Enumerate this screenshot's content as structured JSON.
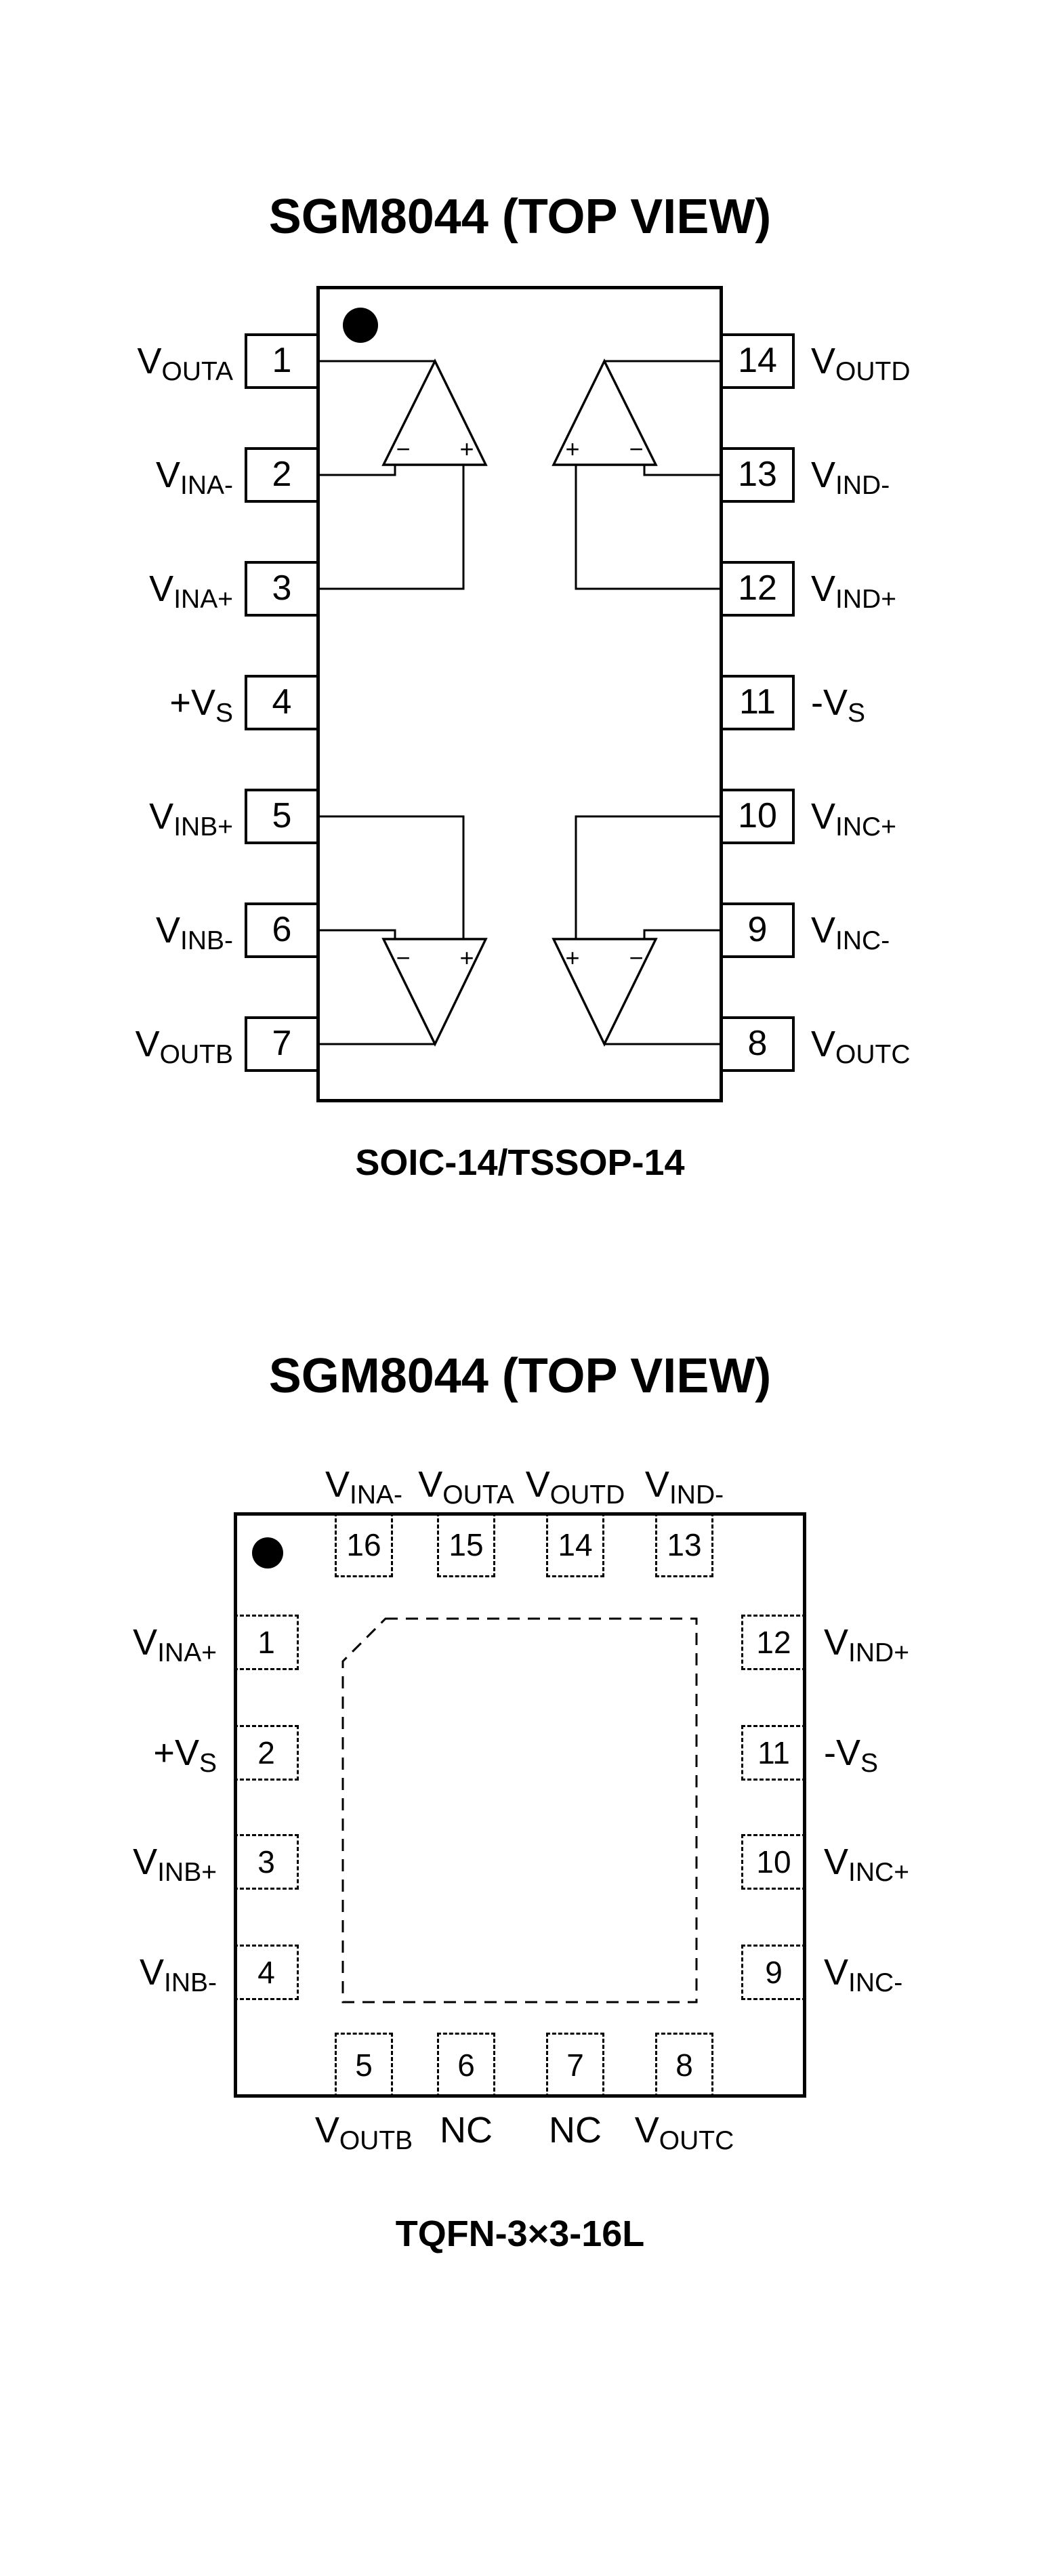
{
  "soic": {
    "title": "SGM8044 (TOP VIEW)",
    "caption": "SOIC-14/TSSOP-14",
    "pins_left": [
      {
        "num": "1",
        "main": "V",
        "sub": "OUTA"
      },
      {
        "num": "2",
        "main": "V",
        "sub": "INA-"
      },
      {
        "num": "3",
        "main": "V",
        "sub": "INA+"
      },
      {
        "num": "4",
        "main": "+V",
        "sub": "S"
      },
      {
        "num": "5",
        "main": "V",
        "sub": "INB+"
      },
      {
        "num": "6",
        "main": "V",
        "sub": "INB-"
      },
      {
        "num": "7",
        "main": "V",
        "sub": "OUTB"
      }
    ],
    "pins_right": [
      {
        "num": "14",
        "main": "V",
        "sub": "OUTD"
      },
      {
        "num": "13",
        "main": "V",
        "sub": "IND-"
      },
      {
        "num": "12",
        "main": "V",
        "sub": "IND+"
      },
      {
        "num": "11",
        "main": "-V",
        "sub": "S"
      },
      {
        "num": "10",
        "main": "V",
        "sub": "INC+"
      },
      {
        "num": "9",
        "main": "V",
        "sub": "INC-"
      },
      {
        "num": "8",
        "main": "V",
        "sub": "OUTC"
      }
    ],
    "opamp_signs": {
      "a_left": "−",
      "a_right": "+",
      "d_left": "+",
      "d_right": "−",
      "b_left": "−",
      "b_right": "+",
      "c_left": "+",
      "c_right": "−"
    }
  },
  "tqfn": {
    "title": "SGM8044 (TOP VIEW)",
    "caption": "TQFN-3×3-16L",
    "pins_top": [
      {
        "num": "16",
        "main": "V",
        "sub": "INA-"
      },
      {
        "num": "15",
        "main": "V",
        "sub": "OUTA"
      },
      {
        "num": "14",
        "main": "V",
        "sub": "OUTD"
      },
      {
        "num": "13",
        "main": "V",
        "sub": "IND-"
      }
    ],
    "pins_left": [
      {
        "num": "1",
        "main": "V",
        "sub": "INA+"
      },
      {
        "num": "2",
        "main": "+V",
        "sub": "S"
      },
      {
        "num": "3",
        "main": "V",
        "sub": "INB+"
      },
      {
        "num": "4",
        "main": "V",
        "sub": "INB-"
      }
    ],
    "pins_right": [
      {
        "num": "12",
        "main": "V",
        "sub": "IND+"
      },
      {
        "num": "11",
        "main": "-V",
        "sub": "S"
      },
      {
        "num": "10",
        "main": "V",
        "sub": "INC+"
      },
      {
        "num": "9",
        "main": "V",
        "sub": "INC-"
      }
    ],
    "pins_bottom": [
      {
        "num": "5",
        "main": "V",
        "sub": "OUTB"
      },
      {
        "num": "6",
        "main": "NC",
        "sub": ""
      },
      {
        "num": "7",
        "main": "NC",
        "sub": ""
      },
      {
        "num": "8",
        "main": "V",
        "sub": "OUTC"
      }
    ]
  },
  "colors": {
    "ink": "#000000",
    "background": "#ffffff"
  }
}
